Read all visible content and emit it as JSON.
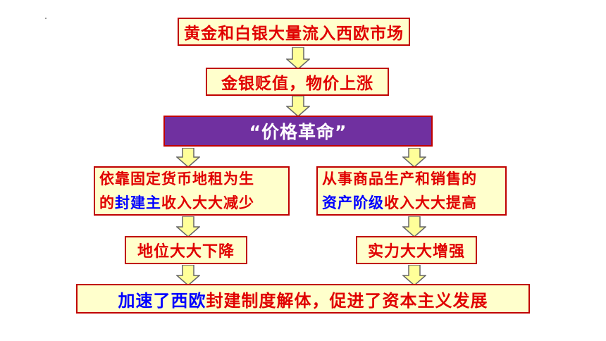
{
  "boxes": {
    "b1": "黄金和白银大量流入西欧市场",
    "b2": "金银贬值，物价上涨",
    "b3": "“价格革命”",
    "left_line1": "依靠固定货币地租为生",
    "left_line2_a": "的",
    "left_line2_b": "封建主",
    "left_line2_c": "收入大大减少",
    "right_line1": "从事商品生产和销售的",
    "right_line2_a": "资产阶级",
    "right_line2_b": "收入大大提高",
    "left_result": "地位大大下降",
    "right_result": "实力大大增强",
    "final_a": "加速了西欧",
    "final_b": "封建制度解体，促进了资本主义发展"
  },
  "colors": {
    "text_red": "#e00000",
    "text_blue": "#0000ff",
    "box_fill": "#ffffcc",
    "box_border": "#c00000",
    "highlight_fill": "#7030a0",
    "arrow_fill": "#ffff99",
    "arrow_stroke": "#666666"
  }
}
